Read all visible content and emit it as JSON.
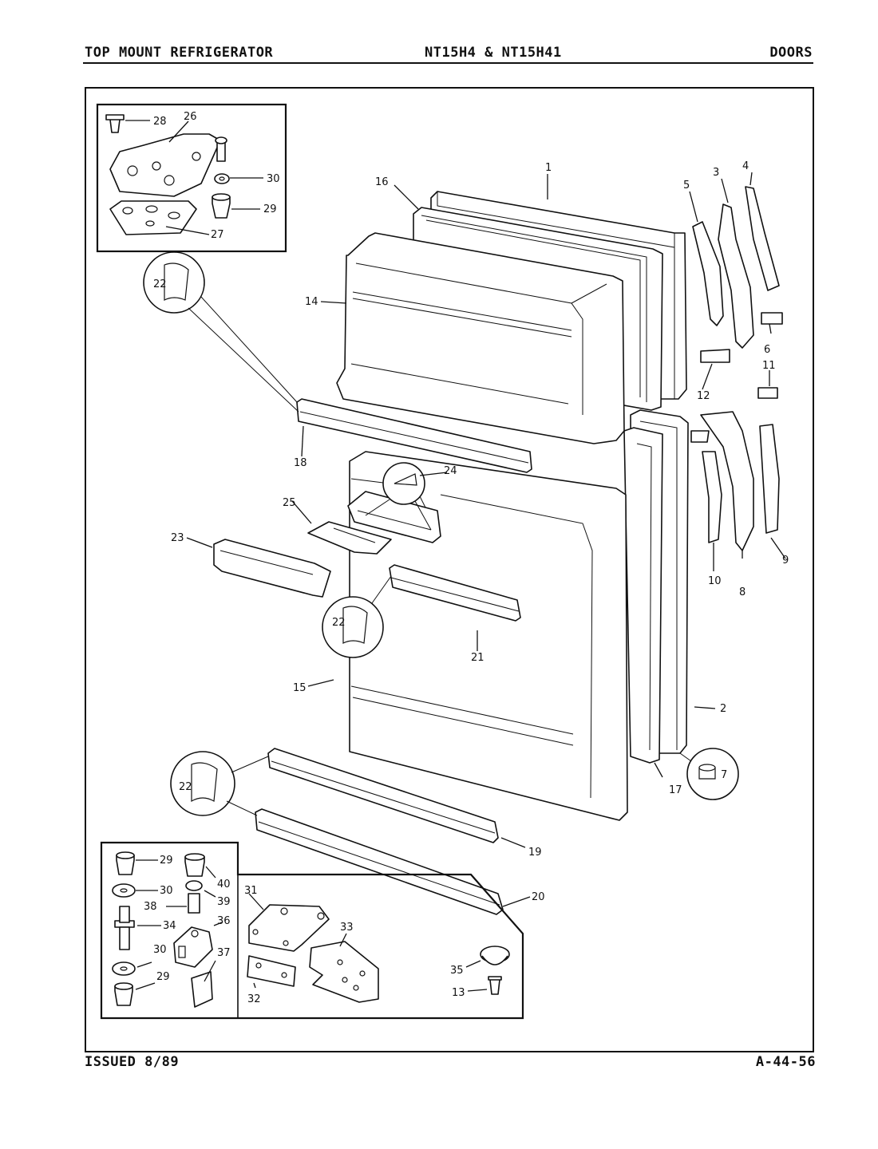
{
  "header": {
    "left": "TOP MOUNT REFRIGERATOR",
    "center": "NT15H4 & NT15H41",
    "right": "DOORS"
  },
  "footer": {
    "left": "ISSUED 8/89",
    "right": "A-44-56"
  },
  "callouts": {
    "n1": "1",
    "n2": "2",
    "n3": "3",
    "n4": "4",
    "n5": "5",
    "n6": "6",
    "n7": "7",
    "n8": "8",
    "n9": "9",
    "n10": "10",
    "n11": "11",
    "n12": "12",
    "n13": "13",
    "n14": "14",
    "n15": "15",
    "n16": "16",
    "n17": "17",
    "n18": "18",
    "n19": "19",
    "n20": "20",
    "n21": "21",
    "n22a": "22",
    "n22b": "22",
    "n22c": "22",
    "n23": "23",
    "n24": "24",
    "n25": "25",
    "n26": "26",
    "n27": "27",
    "n28": "28",
    "n29a": "29",
    "n29b": "29",
    "n29c": "29",
    "n30a": "30",
    "n30b": "30",
    "n30c": "30",
    "n31": "31",
    "n32": "32",
    "n33": "33",
    "n34": "34",
    "n35": "35",
    "n36": "36",
    "n37": "37",
    "n38": "38",
    "n39": "39",
    "n40": "40"
  }
}
